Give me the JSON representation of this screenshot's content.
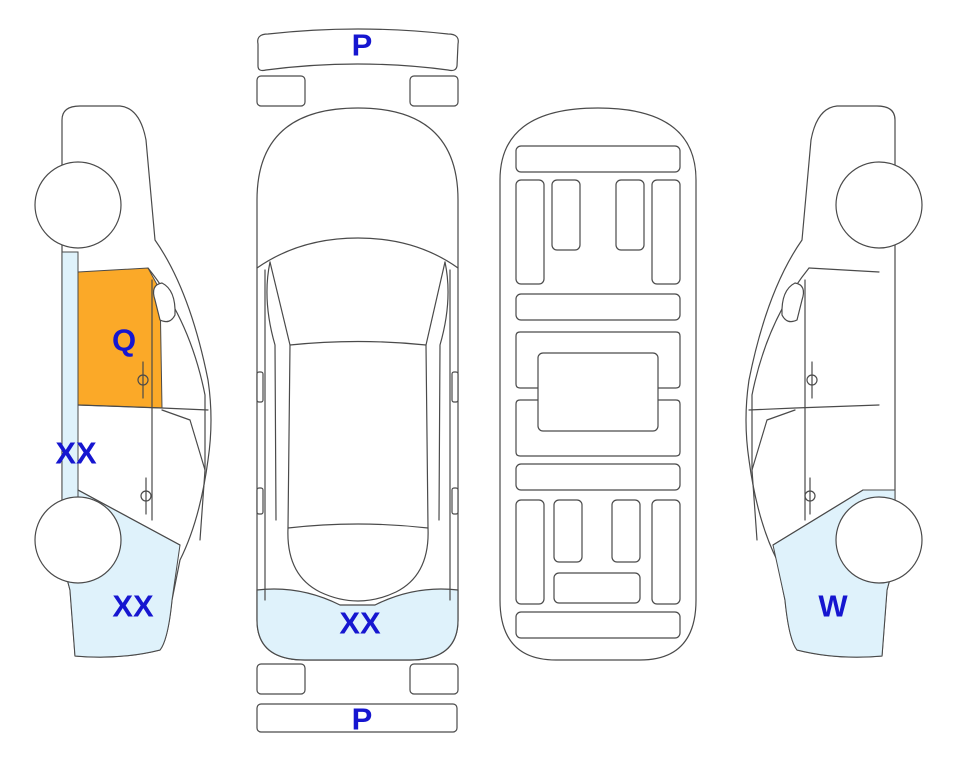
{
  "colors": {
    "orange": "#fba928",
    "light_blue": "#dff2fb",
    "label": "#1616d0",
    "outline": "#4a4a4a"
  },
  "codes": {
    "front_bumper": "P",
    "rear_bumper": "P",
    "left_front_door": "Q",
    "left_rocker": "XX",
    "left_rear_quarter": "XX",
    "rear_panel": "XX",
    "right_rear_quarter": "W"
  }
}
